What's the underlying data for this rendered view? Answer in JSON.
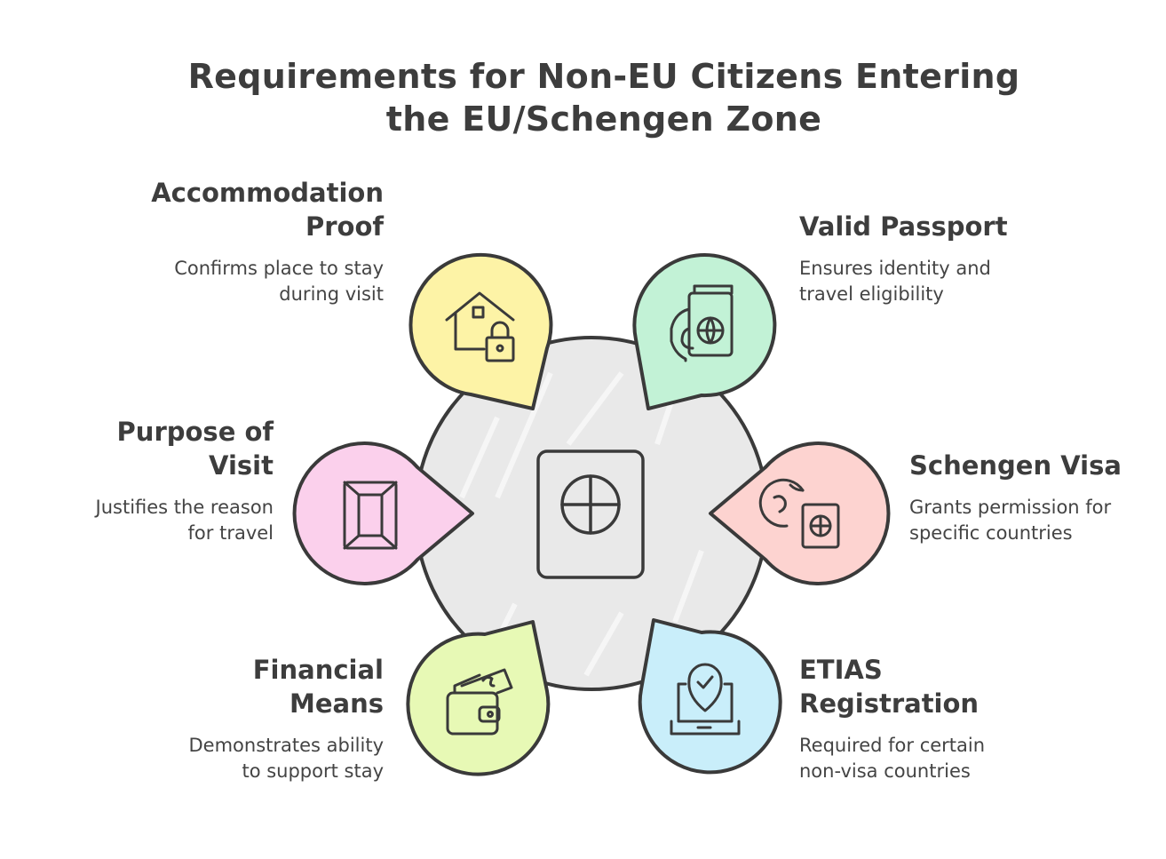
{
  "title": {
    "line1": "Requirements for Non-EU Citizens Entering",
    "line2": "the EU/Schengen Zone"
  },
  "center": {
    "icon": "passport-icon",
    "color": "#e9e9e9"
  },
  "items": [
    {
      "key": "accommodation",
      "heading_lines": [
        "Accommodation",
        "Proof"
      ],
      "desc_lines": [
        "Confirms place to stay",
        "during visit"
      ],
      "icon": "house-lock-icon",
      "color": "#fdf3a6"
    },
    {
      "key": "passport",
      "heading_lines": [
        "Valid Passport"
      ],
      "desc_lines": [
        "Ensures identity and",
        "travel eligibility"
      ],
      "icon": "passport-hand-icon",
      "color": "#c2f2d6"
    },
    {
      "key": "purpose",
      "heading_lines": [
        "Purpose of",
        "Visit"
      ],
      "desc_lines": [
        "Justifies the reason",
        "for travel"
      ],
      "icon": "envelope-icon",
      "color": "#fbd0ec"
    },
    {
      "key": "visa",
      "heading_lines": [
        "Schengen Visa"
      ],
      "desc_lines": [
        "Grants permission for",
        "specific countries"
      ],
      "icon": "globe-passport-icon",
      "color": "#fdd3d0"
    },
    {
      "key": "financial",
      "heading_lines": [
        "Financial",
        "Means"
      ],
      "desc_lines": [
        "Demonstrates ability",
        "to support stay"
      ],
      "icon": "wallet-icon",
      "color": "#e7f9b5"
    },
    {
      "key": "etias",
      "heading_lines": [
        "ETIAS",
        "Registration"
      ],
      "desc_lines": [
        "Required for certain",
        "non-visa countries"
      ],
      "icon": "laptop-check-icon",
      "color": "#c9eefa"
    }
  ]
}
